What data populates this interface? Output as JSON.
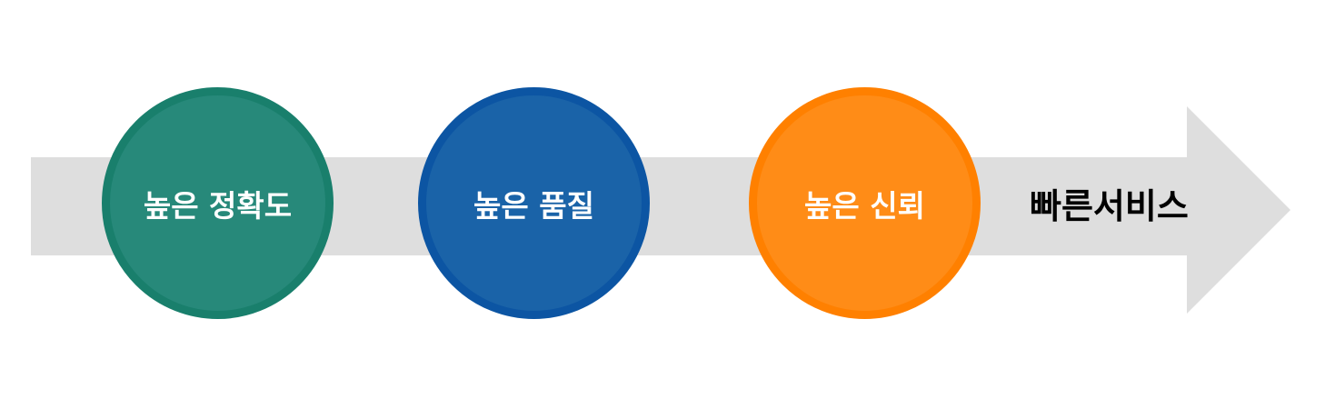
{
  "diagram": {
    "arrow_color": "#dedede",
    "steps": [
      {
        "label": "높은 정확도",
        "fill": "#27897a",
        "ring": "#197f6c"
      },
      {
        "label": "높은 품질",
        "fill": "#1a63a8",
        "ring": "#0c55a3"
      },
      {
        "label": "높은 신뢰",
        "fill": "#ff8c17",
        "ring": "#ff8000"
      }
    ],
    "result_label": "빠른서비스"
  }
}
